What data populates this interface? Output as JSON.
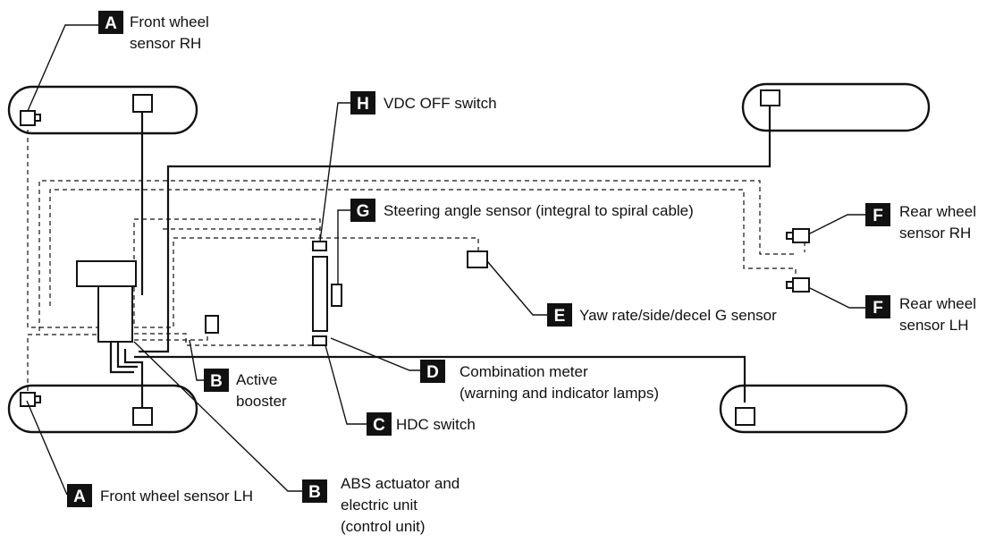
{
  "colors": {
    "ink": "#111111",
    "badge_bg": "#111111",
    "badge_fg": "#ffffff",
    "background": "#ffffff"
  },
  "components": {
    "front_wheel_sensor_rh": {
      "letter": "A",
      "lines": [
        "Front wheel",
        "sensor RH"
      ]
    },
    "front_wheel_sensor_lh": {
      "letter": "A",
      "lines": [
        "Front wheel sensor LH"
      ]
    },
    "active_booster": {
      "letter": "B",
      "lines": [
        "Active",
        "booster"
      ]
    },
    "abs_actuator": {
      "letter": "B",
      "lines": [
        "ABS actuator and",
        "electric unit",
        "(control unit)"
      ]
    },
    "hdc_switch": {
      "letter": "C",
      "lines": [
        "HDC switch"
      ]
    },
    "combination_meter": {
      "letter": "D",
      "lines": [
        "Combination meter",
        "(warning and indicator lamps)"
      ]
    },
    "yaw_rate_sensor": {
      "letter": "E",
      "lines": [
        "Yaw rate/side/decel G sensor"
      ]
    },
    "rear_wheel_sensor_rh": {
      "letter": "F",
      "lines": [
        "Rear wheel",
        "sensor RH"
      ]
    },
    "rear_wheel_sensor_lh": {
      "letter": "F",
      "lines": [
        "Rear wheel",
        "sensor LH"
      ]
    },
    "steering_angle_sensor": {
      "letter": "G",
      "lines": [
        "Steering angle sensor (integral to spiral cable)"
      ]
    },
    "vdc_off_switch": {
      "letter": "H",
      "lines": [
        "VDC OFF switch"
      ]
    }
  }
}
